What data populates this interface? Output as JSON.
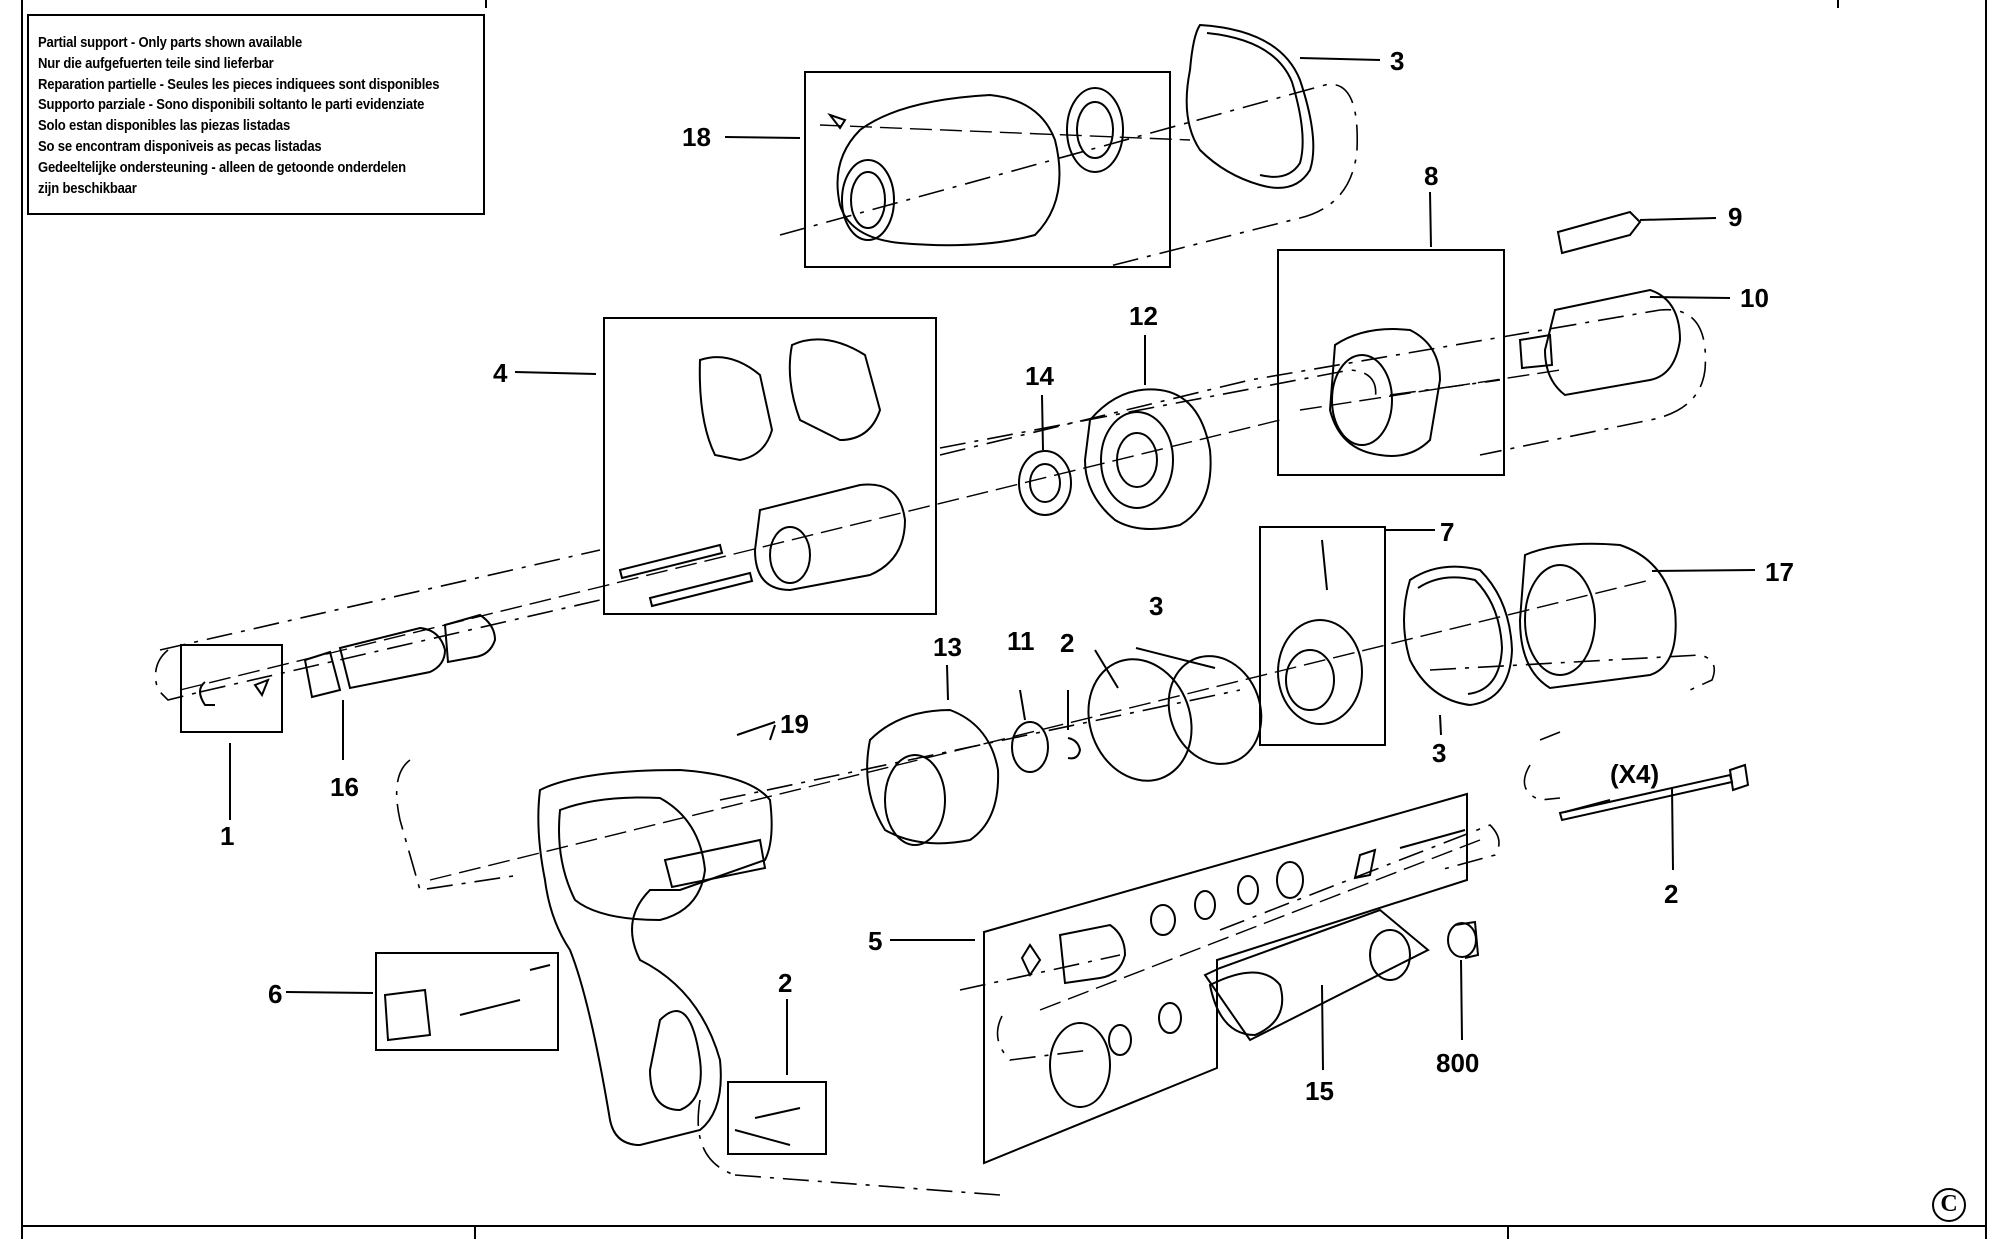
{
  "notice": {
    "lines": [
      "Partial support - Only parts shown available",
      "Nur die aufgefuerten teile sind lieferbar",
      "Reparation partielle - Seules les pieces indiquees sont disponibles",
      "Supporto parziale - Sono disponibili soltanto le parti evidenziate",
      "Solo estan disponibles las piezas listadas",
      "So se encontram disponiveis as pecas listadas",
      "Gedeeltelijke ondersteuning - alleen de getoonde onderdelen",
      "zijn beschikbaar"
    ]
  },
  "callouts": {
    "c1": "1",
    "c2a": "2",
    "c2b": "2",
    "c2c": "2",
    "c3a": "3",
    "c3b": "3",
    "c3c": "3",
    "c4": "4",
    "c5": "5",
    "c6": "6",
    "c7": "7",
    "c8": "8",
    "c9": "9",
    "c10": "10",
    "c11": "11",
    "c12": "12",
    "c13": "13",
    "c14": "14",
    "c15": "15",
    "c16": "16",
    "c17": "17",
    "c18": "18",
    "c19": "19",
    "c800": "800",
    "x4": "(X4)"
  },
  "footer": {
    "copyright_symbol": "C"
  },
  "colors": {
    "ink": "#000000",
    "paper": "#ffffff"
  }
}
